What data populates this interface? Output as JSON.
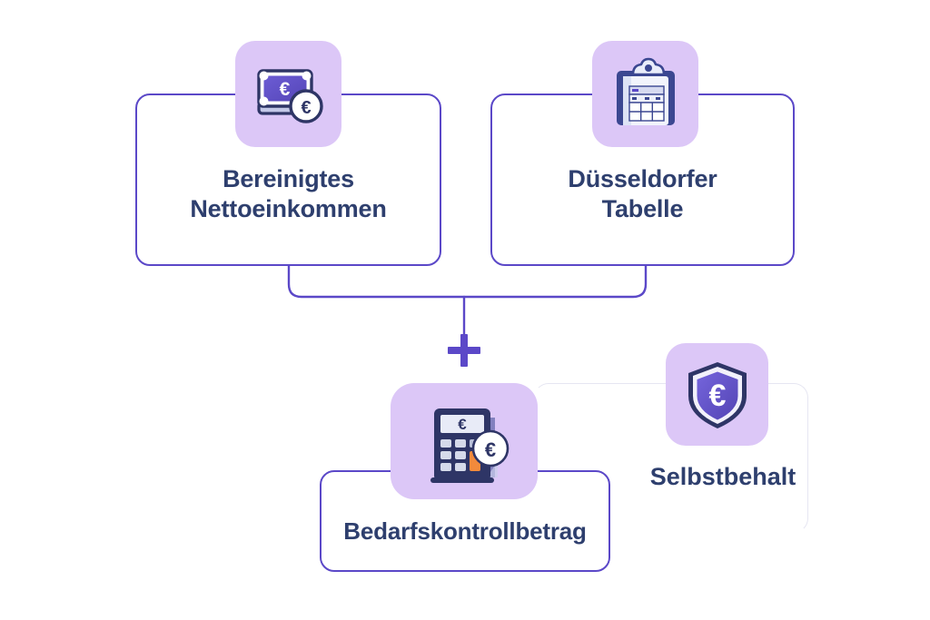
{
  "diagram": {
    "title_text_color": "#2E3F6E",
    "accent_color": "#5B48C8",
    "tile_color": "#DCC7F7",
    "ghost_border_color": "#E6E6F2",
    "background_color": "#FFFFFF",
    "operator": "+"
  },
  "nodes": [
    {
      "id": "bereinigtes-nettoeinkommen",
      "label": "Bereinigtes\nNettoeinkommen",
      "icon": "banknote-euro-icon",
      "icon_alt": "Geldschein mit Euro-Zeichen und Euro-Münze"
    },
    {
      "id": "duesseldorfer-tabelle",
      "label": "Düsseldorfer\nTabelle",
      "icon": "clipboard-table-icon",
      "icon_alt": "Klemmbrett mit Tabelle"
    },
    {
      "id": "bedarfskontrollbetrag",
      "label": "Bedarfskontrollbetrag",
      "icon": "calculator-euro-icon",
      "icon_alt": "Taschenrechner mit Euro-Münze"
    },
    {
      "id": "selbstbehalt",
      "label": "Selbstbehalt",
      "icon": "shield-euro-icon",
      "icon_alt": "Schutzschild mit Euro-Zeichen"
    }
  ]
}
